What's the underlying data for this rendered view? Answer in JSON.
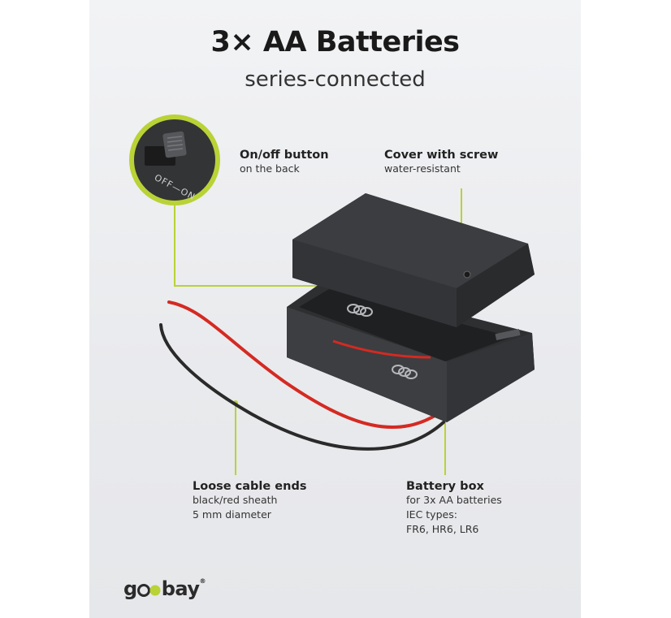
{
  "header": {
    "title": "3× AA Batteries",
    "subtitle": "series-connected"
  },
  "callouts": {
    "onoff": {
      "heading": "On/off button",
      "sub": "on the back"
    },
    "cover": {
      "heading": "Cover with screw",
      "sub": "water-resistant"
    },
    "cable": {
      "heading": "Loose cable ends",
      "lines": [
        "black/red sheath",
        "5 mm diameter"
      ]
    },
    "box": {
      "heading": "Battery box",
      "lines": [
        "for 3x AA batteries",
        "IEC types:",
        "FR6, HR6, LR6"
      ]
    }
  },
  "switch_label": "OFF—ON",
  "brand": {
    "name_start": "g",
    "name_end": "bay",
    "mark": "®"
  },
  "colors": {
    "accent": "#b9d236",
    "case": "#3a3b3d",
    "wire_red": "#d42a22",
    "wire_black": "#2a2a2a"
  }
}
